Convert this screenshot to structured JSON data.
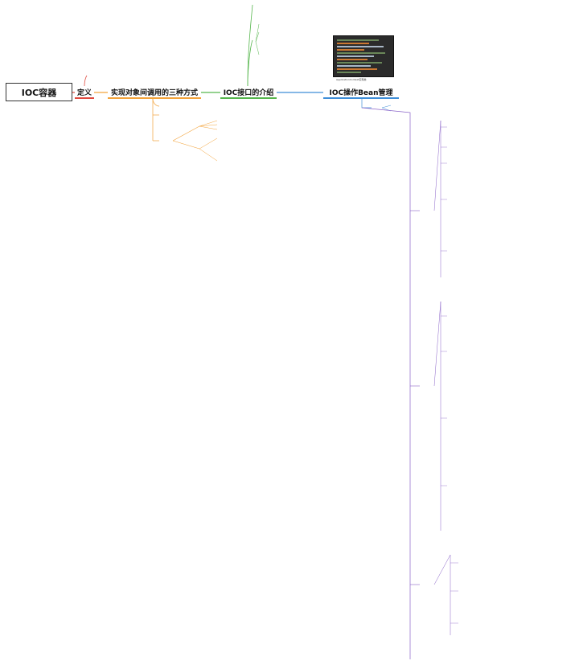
{
  "root": "IOC容器",
  "branches": {
    "definition": "定义",
    "three_ways": "实现对象间调用的三种方式",
    "interfaces": "IOC接口的介绍",
    "bean_ops": "IOC操作Bean管理"
  },
  "code_caption": "ApplicationContext实现类",
  "colors": {
    "definition": "#e04a3f",
    "three_ways": "#f3a33a",
    "interfaces": "#56b64d",
    "bean_ops": "#3f8ed8",
    "leaf": "#8a63c8"
  }
}
